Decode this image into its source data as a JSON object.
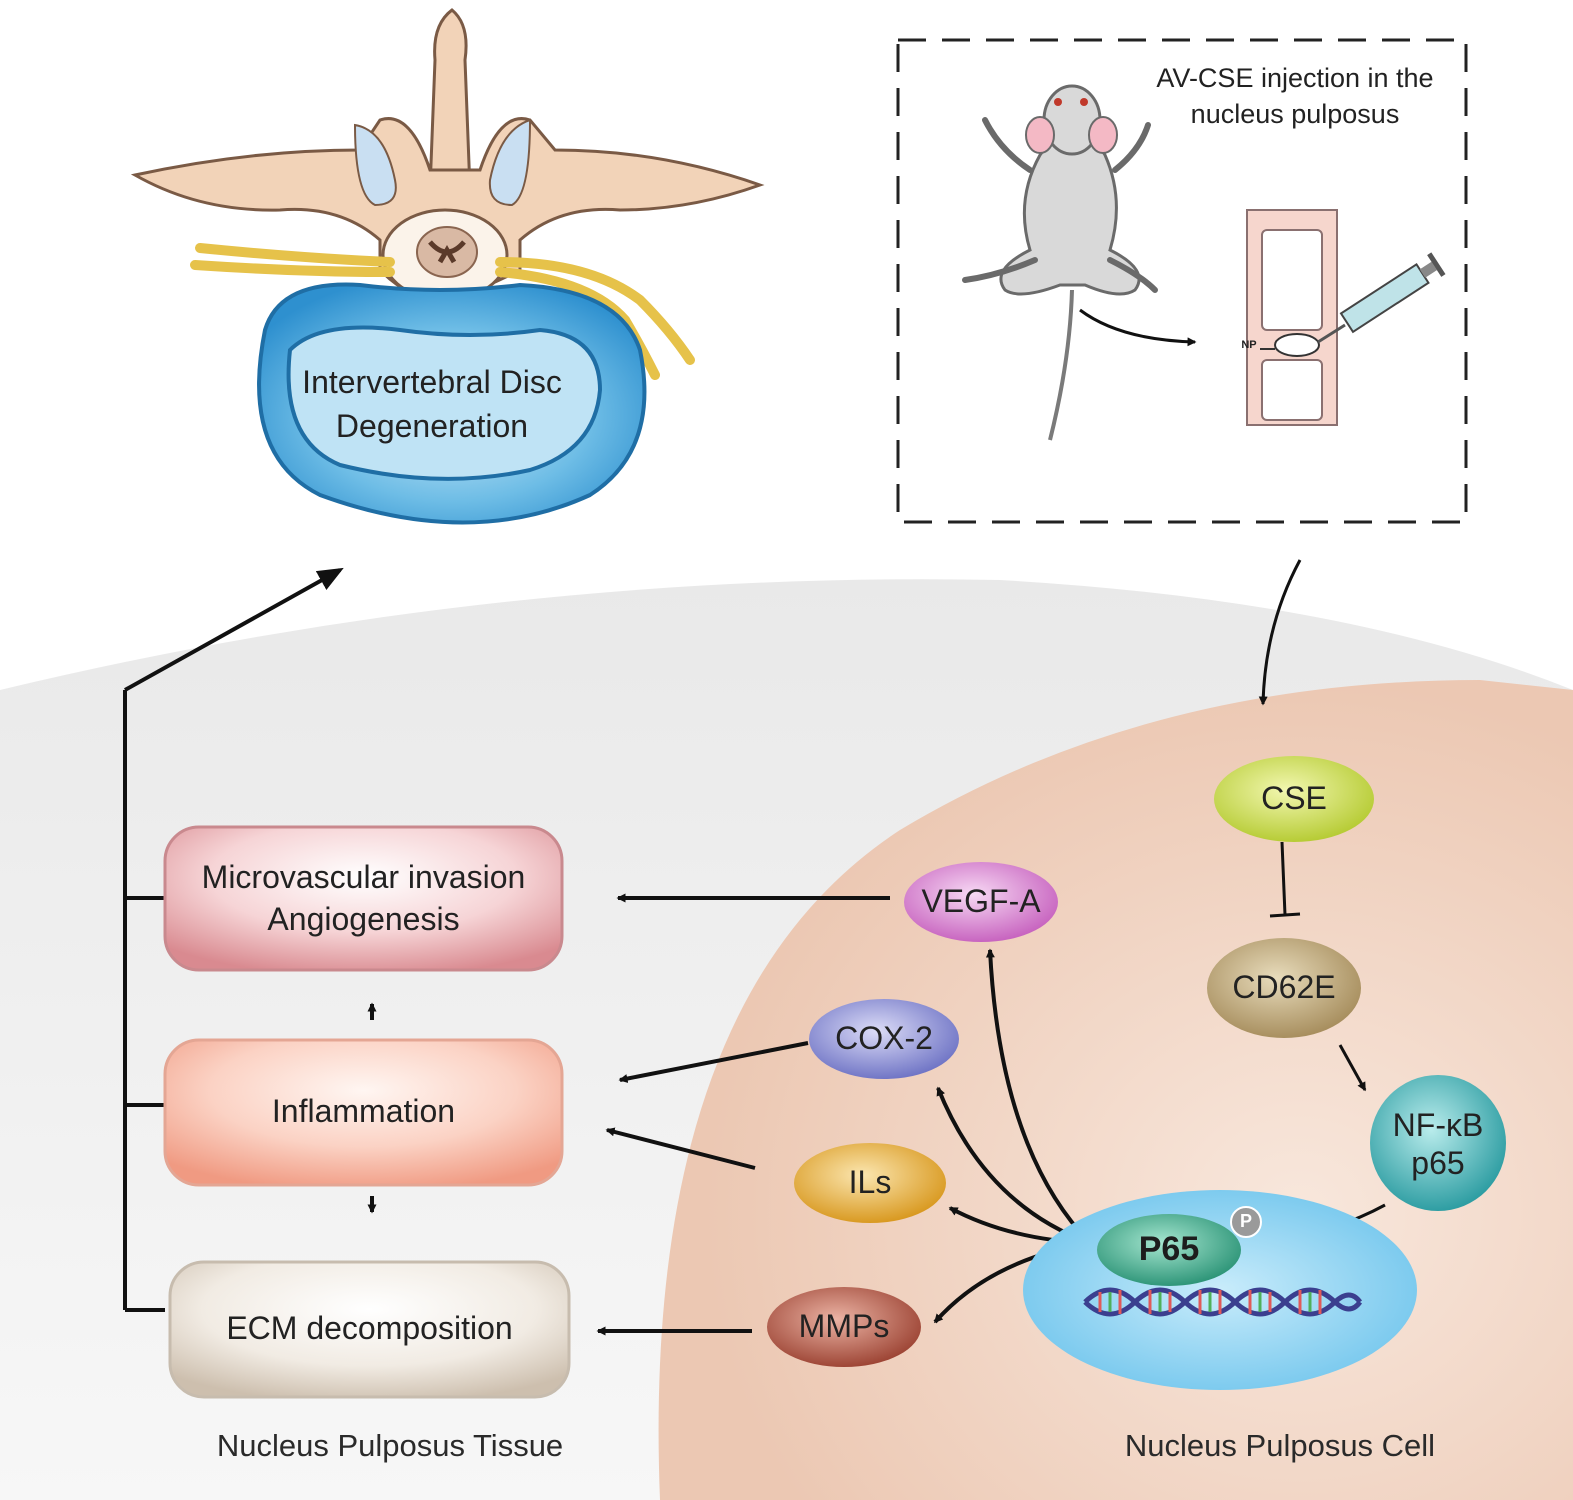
{
  "injection_panel": {
    "title_line1": "AV-CSE injection in the",
    "title_line2": "nucleus pulposus",
    "np_marker": "NP"
  },
  "disc": {
    "label_line1": "Intervertebral Disc",
    "label_line2": "Degeneration"
  },
  "tissue_boxes": {
    "microvascular_line1": "Microvascular invasion",
    "microvascular_line2": "Angiogenesis",
    "inflammation": "Inflammation",
    "ecm": "ECM decomposition"
  },
  "pathway_nodes": {
    "cse": "CSE",
    "cd62e": "CD62E",
    "nfkb_line1": "NF-κB",
    "nfkb_line2": "p65",
    "p65": "P65",
    "phospho": "P",
    "vegfa": "VEGF-A",
    "cox2": "COX-2",
    "ils": "ILs",
    "mmps": "MMPs"
  },
  "captions": {
    "tissue": "Nucleus Pulposus Tissue",
    "cell": "Nucleus Pulposus Cell"
  },
  "colors": {
    "cse": "#c9d94a",
    "cd62e": "#b8a57a",
    "nfkb": "#4fb7b7",
    "p65": "#3fa68c",
    "nucleus": "#8fd3f2",
    "vegfa": "#d982d4",
    "cox2": "#8b8fd6",
    "ils": "#e8b23a",
    "mmps": "#b8604e",
    "cell_body": "#f3ddd0",
    "disc": "#3aa0d8"
  }
}
